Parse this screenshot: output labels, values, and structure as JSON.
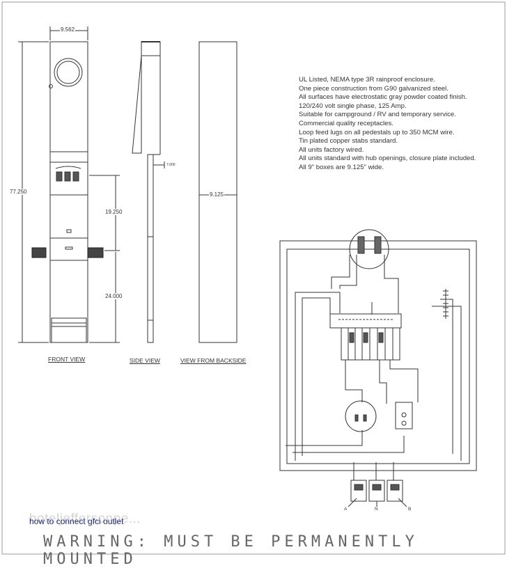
{
  "dimensions": {
    "width_label": "9.562",
    "overall_height": "77.250",
    "mid_height": "19.250",
    "lower_height": "24.000",
    "side_depth": "7.000",
    "back_width": "9.125"
  },
  "views": {
    "front": "FRONT VIEW",
    "side": "SIDE VIEW",
    "back": "VIEW FROM BACKSIDE"
  },
  "specs": [
    "UL Listed, NEMA type 3R rainproof enclosure.",
    "One piece construction from G90 galvanized steel.",
    "All surfaces have electrostatic gray powder coated finish.",
    "120/240 volt single phase, 125 Amp.",
    "Suitable for campground / RV and temporary service.",
    "Commercial quality receptacles.",
    "Loop feed lugs on all pedestals up to 350 MCM wire.",
    "Tin plated copper stabs standard.",
    "All units factory wired.",
    "All units standard with hub openings, closure plate included.",
    "All  9\" boxes are 9.125\" wide."
  ],
  "schematic": {
    "terminals": [
      "A",
      "N",
      "B"
    ]
  },
  "watermark": "hoteljeffersonpe...",
  "caption": "how to connect gfci outlet",
  "warning": "WARNING: MUST BE PERMANENTLY MOUNTED",
  "colors": {
    "line": "#333333",
    "caption": "#1e2a7a",
    "warning": "#666666"
  }
}
